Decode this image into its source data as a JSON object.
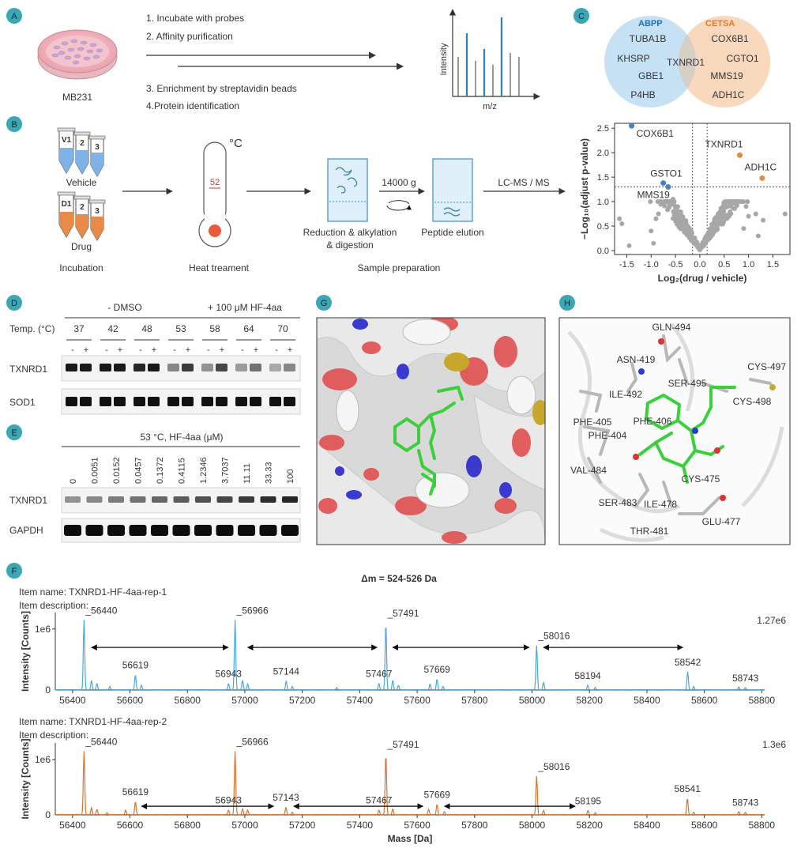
{
  "panels": [
    "A",
    "B",
    "C",
    "D",
    "E",
    "F",
    "G",
    "H"
  ],
  "colors": {
    "teal": "#3aa7b6",
    "blue": "#4a9fd8",
    "orange": "#d47a3a",
    "abpp": "#1f6fb2",
    "cetsa": "#e07a2f",
    "gray_pt": "#9e9e9e",
    "red": "#e24a3b"
  },
  "panel_a": {
    "cells": "MB231",
    "steps_top": [
      "1. Incubate with probes",
      "2. Affinity purification"
    ],
    "steps_bottom": [
      "3. Enrichment by streptavidin beads",
      "4.Protein identification"
    ],
    "y_label": "Intensity",
    "x_label": "m/z",
    "spectrum": [
      {
        "mz": 1,
        "i": 0.5,
        "hl": false
      },
      {
        "mz": 2,
        "i": 0.8,
        "hl": true
      },
      {
        "mz": 3,
        "i": 0.45,
        "hl": false
      },
      {
        "mz": 4,
        "i": 0.6,
        "hl": true
      },
      {
        "mz": 5,
        "i": 0.4,
        "hl": false
      },
      {
        "mz": 6,
        "i": 1.0,
        "hl": true
      },
      {
        "mz": 7,
        "i": 0.55,
        "hl": false
      },
      {
        "mz": 8,
        "i": 0.5,
        "hl": false
      }
    ]
  },
  "panel_c": {
    "left_title": "ABPP",
    "right_title": "CETSA",
    "left_items": [
      "TUBA1B",
      "KHSRP",
      "GBE1",
      "P4HB"
    ],
    "center": "TXNRD1",
    "right_items": [
      "COX6B1",
      "CGTO1",
      "MMS19",
      "ADH1C"
    ]
  },
  "panel_b": {
    "vehicle_tubes": [
      "V1",
      "2",
      "3"
    ],
    "drug_tubes": [
      "D1",
      "2",
      "3"
    ],
    "vehicle": "Vehicle",
    "drug": "Drug",
    "incubation": "Incubation",
    "temp_unit": "°C",
    "temp_value": "52",
    "heat": "Heat treament",
    "reduction": "Reduction & alkylation\n& digestion",
    "speed": "14000 g",
    "peptide": "Peptide elution",
    "sample_prep": "Sample preparation",
    "lcms": "LC-MS / MS"
  },
  "panel_d": {
    "group1": "- DMSO",
    "group2": "+ 100 μM HF-4aa",
    "temp_label": "Temp. (°C)",
    "temps": [
      "37",
      "42",
      "48",
      "53",
      "58",
      "64",
      "70"
    ],
    "signs": [
      "-",
      "+"
    ],
    "rows": [
      "TXNRD1",
      "SOD1"
    ]
  },
  "panel_e": {
    "title": "53 °C, HF-4aa (μM)",
    "concentrations": [
      "0",
      "0.0051",
      "0.0152",
      "0.0457",
      "0.1372",
      "0.4115",
      "1.2346",
      "3.7037",
      "11.11",
      "33.33",
      "100"
    ],
    "rows": [
      "TXNRD1",
      "GAPDH"
    ]
  },
  "panel_h_labels": [
    "GLN-494",
    "CYS-497",
    "ASN-419",
    "SER-495",
    "ILE-492",
    "CYS-498",
    "PHE-405",
    "PHE-406",
    "PHE-404",
    "VAL-484",
    "CYS-475",
    "SER-483",
    "ILE-478",
    "THR-481",
    "GLU-477"
  ],
  "panel_f": {
    "delta": "Δm = 524-526 Da",
    "rep1_name": "Item name: TXNRD1-HF-4aa-rep-1",
    "rep2_name": "Item name: TXNRD1-HF-4aa-rep-2",
    "desc": "Item description:",
    "rep1_max": "1.27e6",
    "rep2_max": "1.3e6",
    "y_label": "Intensity [Counts]",
    "x_label": "Mass [Da]",
    "y_tick_1e6": "1e6",
    "y_tick_0": "0"
  },
  "chart_data": [
    {
      "type": "scatter",
      "title": "",
      "xlabel": "Log₂(drug / vehicle)",
      "ylabel": "−Log₁₀(adjust p-value)",
      "xlim": [
        -1.75,
        1.85
      ],
      "ylim": [
        -0.08,
        2.6
      ],
      "x_ticks": [
        "-1.5",
        "-1.0",
        "-0.5",
        "0.0",
        "0.5",
        "1.0",
        "1.5"
      ],
      "y_ticks": [
        "0.0",
        "0.5",
        "1.0",
        "1.5",
        "2.0",
        "2.5"
      ],
      "threshold_y": 1.3,
      "threshold_x": [
        -0.15,
        0.15
      ],
      "labeled_points": [
        {
          "name": "COX6B1",
          "x": -1.4,
          "y": 2.55,
          "color": "#4a7fc1"
        },
        {
          "name": "GSTO1",
          "x": -0.75,
          "y": 1.38,
          "color": "#4a7fc1"
        },
        {
          "name": "MMS19",
          "x": -0.65,
          "y": 1.3,
          "color": "#4a7fc1"
        },
        {
          "name": "TXNRD1",
          "x": 0.82,
          "y": 1.95,
          "color": "#e88a3c"
        },
        {
          "name": "ADH1C",
          "x": 1.28,
          "y": 1.48,
          "color": "#e88a3c"
        }
      ],
      "extra_points": [
        {
          "x": -1.65,
          "y": 0.65
        },
        {
          "x": -1.6,
          "y": 0.55
        },
        {
          "x": -1.45,
          "y": 0.1
        },
        {
          "x": -0.95,
          "y": 0.15
        },
        {
          "x": -0.9,
          "y": 0.65
        },
        {
          "x": -0.85,
          "y": 0.75
        },
        {
          "x": -0.55,
          "y": 1.05
        },
        {
          "x": 1.0,
          "y": 0.7
        },
        {
          "x": 1.15,
          "y": 0.75
        },
        {
          "x": 1.2,
          "y": 0.3
        },
        {
          "x": 1.3,
          "y": 0.62
        },
        {
          "x": 1.75,
          "y": 0.75
        },
        {
          "x": 0.9,
          "y": 0.45
        },
        {
          "x": -1.0,
          "y": 0.4
        },
        {
          "x": 0.95,
          "y": 0.9
        }
      ]
    },
    {
      "type": "line",
      "title": "",
      "series_name": "",
      "xlabel": "",
      "ylabel": "Intensity [Counts]",
      "xlim": [
        56340,
        58810
      ],
      "ylim": [
        0,
        1270000
      ],
      "x_ticks": [
        "56400",
        "56600",
        "56800",
        "57000",
        "57200",
        "57400",
        "57600",
        "57800",
        "58000",
        "58200",
        "58400",
        "58600",
        "58800"
      ],
      "peaks": [
        {
          "x": 56440,
          "y": 1150000,
          "label": "56440"
        },
        {
          "x": 56466,
          "y": 160000,
          "label": ""
        },
        {
          "x": 56485,
          "y": 110000,
          "label": ""
        },
        {
          "x": 56530,
          "y": 60000,
          "label": ""
        },
        {
          "x": 56619,
          "y": 250000,
          "label": "56619"
        },
        {
          "x": 56640,
          "y": 80000,
          "label": ""
        },
        {
          "x": 56943,
          "y": 110000,
          "label": "56943"
        },
        {
          "x": 56966,
          "y": 1150000,
          "label": "56966"
        },
        {
          "x": 56992,
          "y": 160000,
          "label": ""
        },
        {
          "x": 57010,
          "y": 100000,
          "label": ""
        },
        {
          "x": 57144,
          "y": 150000,
          "label": "57144"
        },
        {
          "x": 57165,
          "y": 60000,
          "label": ""
        },
        {
          "x": 57320,
          "y": 40000,
          "label": ""
        },
        {
          "x": 57467,
          "y": 110000,
          "label": "57467"
        },
        {
          "x": 57491,
          "y": 1100000,
          "label": "57491"
        },
        {
          "x": 57515,
          "y": 160000,
          "label": ""
        },
        {
          "x": 57535,
          "y": 80000,
          "label": ""
        },
        {
          "x": 57669,
          "y": 180000,
          "label": "57669"
        },
        {
          "x": 57645,
          "y": 100000,
          "label": ""
        },
        {
          "x": 57690,
          "y": 60000,
          "label": ""
        },
        {
          "x": 58016,
          "y": 730000,
          "label": "58016"
        },
        {
          "x": 58040,
          "y": 120000,
          "label": ""
        },
        {
          "x": 58194,
          "y": 80000,
          "label": "58194"
        },
        {
          "x": 58220,
          "y": 40000,
          "label": ""
        },
        {
          "x": 58542,
          "y": 300000,
          "label": "58542"
        },
        {
          "x": 58563,
          "y": 60000,
          "label": ""
        },
        {
          "x": 58743,
          "y": 40000,
          "label": "58743"
        },
        {
          "x": 58720,
          "y": 50000,
          "label": ""
        }
      ],
      "arrows": [
        [
          56466,
          56942
        ],
        [
          57010,
          57460
        ],
        [
          57515,
          57990
        ],
        [
          58040,
          58525
        ]
      ]
    },
    {
      "type": "line",
      "title": "",
      "series_name": "",
      "xlabel": "Mass [Da]",
      "ylabel": "Intensity [Counts]",
      "xlim": [
        56340,
        58810
      ],
      "ylim": [
        0,
        1300000
      ],
      "x_ticks": [
        "56400",
        "56600",
        "56800",
        "57000",
        "57200",
        "57400",
        "57600",
        "57800",
        "58000",
        "58200",
        "58400",
        "58600",
        "58800"
      ],
      "peaks": [
        {
          "x": 56440,
          "y": 1150000,
          "label": "56440"
        },
        {
          "x": 56466,
          "y": 130000,
          "label": ""
        },
        {
          "x": 56485,
          "y": 100000,
          "label": ""
        },
        {
          "x": 56520,
          "y": 40000,
          "label": ""
        },
        {
          "x": 56619,
          "y": 240000,
          "label": "56619"
        },
        {
          "x": 56585,
          "y": 90000,
          "label": ""
        },
        {
          "x": 56943,
          "y": 90000,
          "label": "56943"
        },
        {
          "x": 56966,
          "y": 1150000,
          "label": "56966"
        },
        {
          "x": 56992,
          "y": 110000,
          "label": ""
        },
        {
          "x": 57010,
          "y": 90000,
          "label": ""
        },
        {
          "x": 57143,
          "y": 140000,
          "label": "57143"
        },
        {
          "x": 57165,
          "y": 50000,
          "label": ""
        },
        {
          "x": 57467,
          "y": 90000,
          "label": "57467"
        },
        {
          "x": 57491,
          "y": 1100000,
          "label": "57491"
        },
        {
          "x": 57515,
          "y": 110000,
          "label": ""
        },
        {
          "x": 57669,
          "y": 190000,
          "label": "57669"
        },
        {
          "x": 57640,
          "y": 100000,
          "label": ""
        },
        {
          "x": 57695,
          "y": 60000,
          "label": ""
        },
        {
          "x": 58016,
          "y": 700000,
          "label": "58016"
        },
        {
          "x": 58040,
          "y": 80000,
          "label": ""
        },
        {
          "x": 58195,
          "y": 80000,
          "label": "58195"
        },
        {
          "x": 58220,
          "y": 40000,
          "label": ""
        },
        {
          "x": 58541,
          "y": 300000,
          "label": "58541"
        },
        {
          "x": 58563,
          "y": 50000,
          "label": ""
        },
        {
          "x": 58743,
          "y": 50000,
          "label": "58743"
        },
        {
          "x": 58720,
          "y": 60000,
          "label": ""
        }
      ],
      "arrows": [
        [
          56640,
          57100
        ],
        [
          57170,
          57620
        ],
        [
          57695,
          58150
        ]
      ]
    }
  ]
}
